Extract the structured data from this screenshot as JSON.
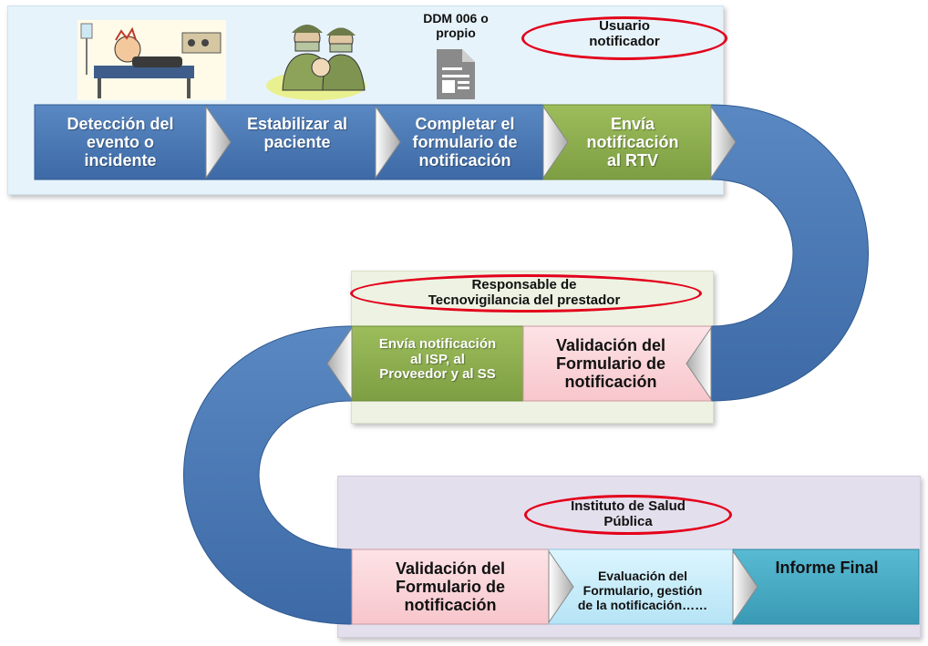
{
  "top_section": {
    "actor": "Usuario\nnotificador",
    "form_name": "DDM 006 o\npropio",
    "steps": [
      "Detección del\nevento o\nincidente",
      "Estabilizar al\npaciente",
      "Completar el\nformulario de\nnotificación",
      "Envía\nnotificación\nal RTV"
    ]
  },
  "middle_section": {
    "actor": "Responsable de\nTecnovigilancia del prestador",
    "steps": [
      "Validación del\nFormulario de\nnotificación",
      "Envía notificación\nal ISP, al\nProveedor y al SS"
    ]
  },
  "bottom_section": {
    "actor": "Instituto de Salud\nPública",
    "steps": [
      "Validación del\nFormulario de\nnotificación",
      "Evaluación del\nFormulario, gestión\nde la notificación……",
      "Informe Final"
    ]
  },
  "colors": {
    "blue": "#4a79b5",
    "green": "#8fb050",
    "pink": "#fbd7dc",
    "light_blue": "#cbeefc",
    "teal": "#4aaec8",
    "highlight_oval": "#e3001b"
  }
}
